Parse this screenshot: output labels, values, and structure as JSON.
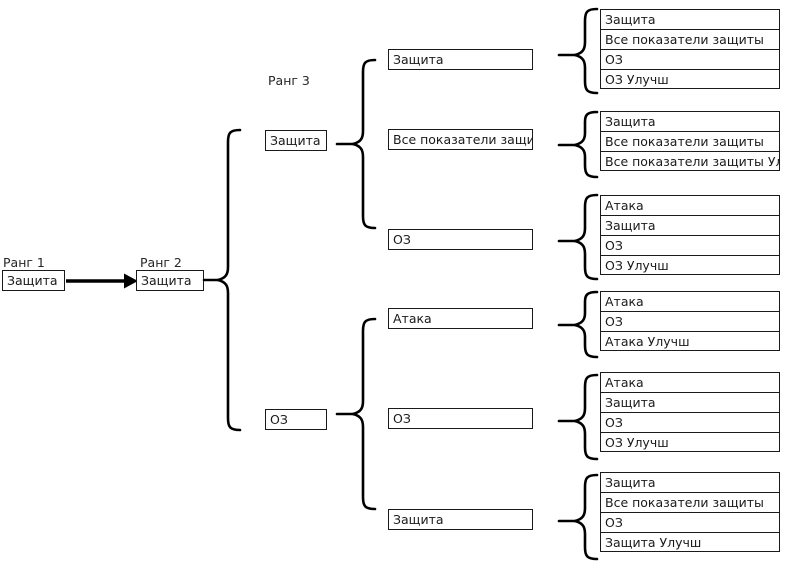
{
  "diagram": {
    "type": "tree-diagram",
    "rank_labels": [
      {
        "id": "rank1",
        "text": "Ранг 1"
      },
      {
        "id": "rank2",
        "text": "Ранг 2"
      },
      {
        "id": "rank3",
        "text": "Ранг 3"
      }
    ],
    "rank1_nodes": [
      {
        "id": "r1-n1",
        "text": "Защита"
      }
    ],
    "rank2_nodes": [
      {
        "id": "r2-n1",
        "text": "Защита"
      }
    ],
    "rank3_nodes": [
      {
        "id": "r3-n1",
        "text": "Защита"
      },
      {
        "id": "r3-n2",
        "text": "ОЗ"
      }
    ],
    "rank4_nodes": [
      {
        "id": "r4-n1",
        "text": "Защита"
      },
      {
        "id": "r4-n2",
        "text": "Все показатели защиты"
      },
      {
        "id": "r4-n3",
        "text": "ОЗ"
      },
      {
        "id": "r4-n4",
        "text": "Атака"
      },
      {
        "id": "r4-n5",
        "text": "ОЗ"
      },
      {
        "id": "r4-n6",
        "text": "Защита"
      }
    ],
    "leaf_groups": [
      {
        "id": "group-1",
        "parent": "r4-n1",
        "items": [
          "Защита",
          "Все показатели защиты",
          "ОЗ",
          "ОЗ Улучш"
        ]
      },
      {
        "id": "group-2",
        "parent": "r4-n2",
        "items": [
          "Защита",
          "Все показатели защиты",
          "Все показатели защиты Улучш"
        ]
      },
      {
        "id": "group-3",
        "parent": "r4-n3",
        "items": [
          "Атака",
          "Защита",
          "ОЗ",
          "ОЗ Улучш"
        ]
      },
      {
        "id": "group-4",
        "parent": "r4-n4",
        "items": [
          "Атака",
          "ОЗ",
          "Атака Улучш"
        ]
      },
      {
        "id": "group-5",
        "parent": "r4-n5",
        "items": [
          "Атака",
          "Защита",
          "ОЗ",
          "ОЗ Улучш"
        ]
      },
      {
        "id": "group-6",
        "parent": "r4-n6",
        "items": [
          "Защита",
          "Все показатели защиты",
          "ОЗ",
          "Защита Улучш"
        ]
      }
    ],
    "colors": {
      "stroke": "#1a1a1a",
      "background": "#ffffff",
      "text": "#1a1a1a",
      "label_text": "#262626"
    }
  }
}
